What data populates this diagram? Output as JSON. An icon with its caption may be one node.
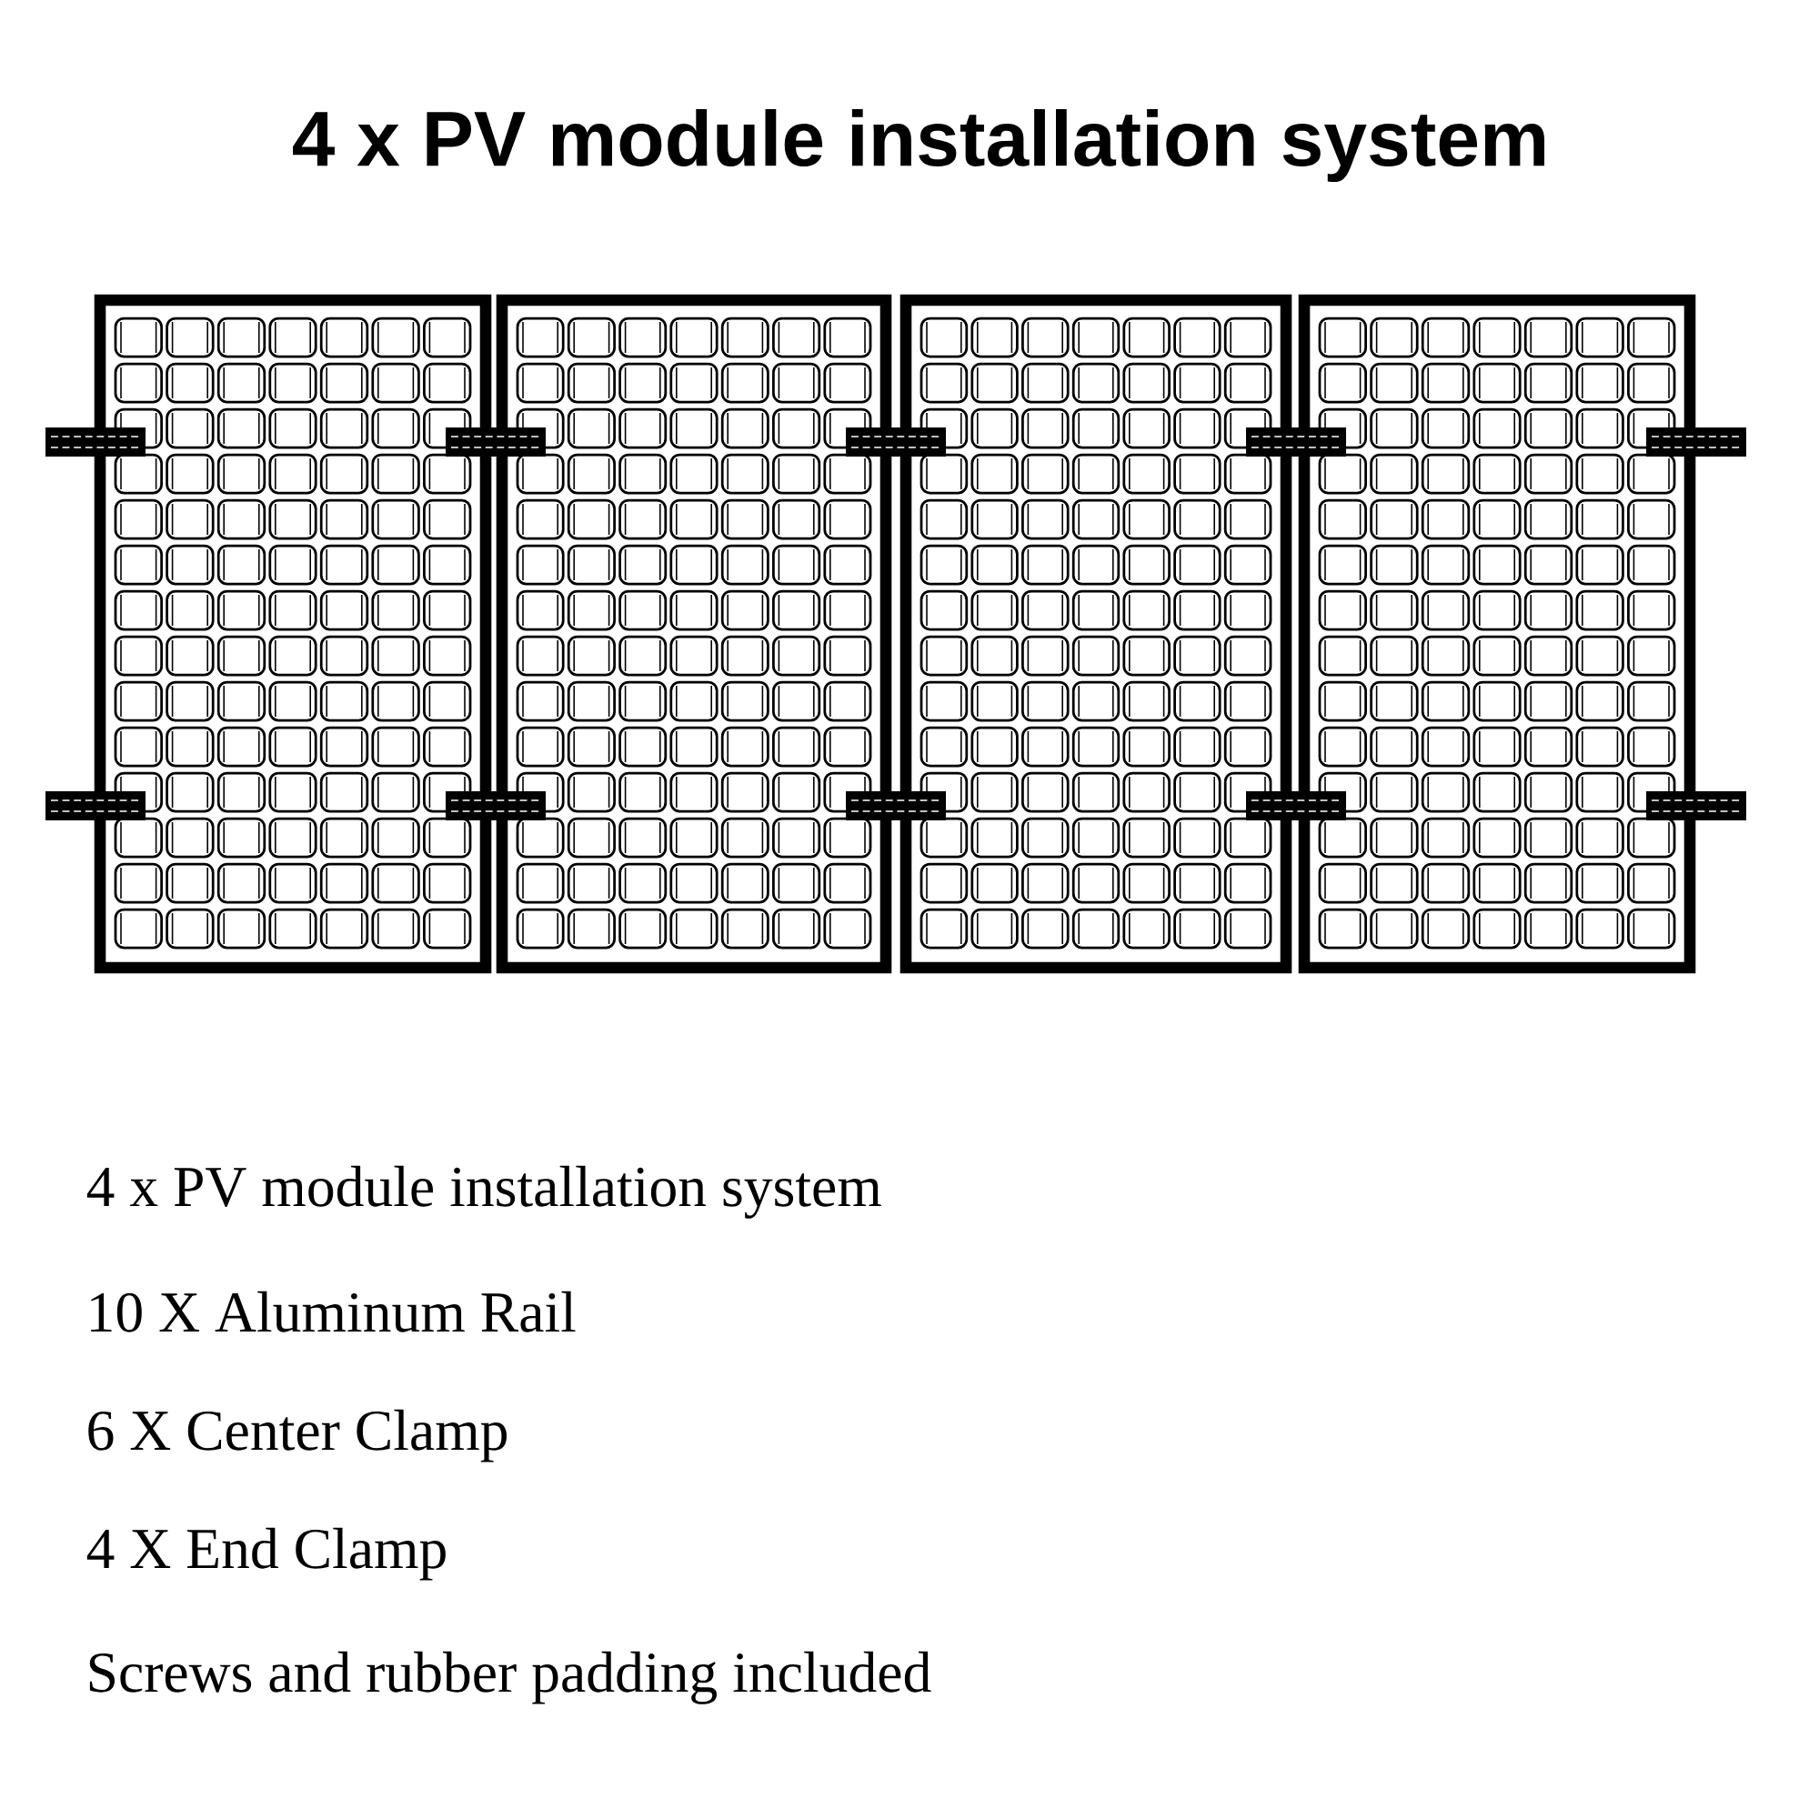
{
  "diagram": {
    "title": "4 x PV module installation system",
    "labels": [
      "4 x PV module installation system",
      "10 X Aluminum Rail",
      "6 X Center Clamp",
      "4 X End Clamp",
      "Screws and rubber padding included"
    ]
  }
}
